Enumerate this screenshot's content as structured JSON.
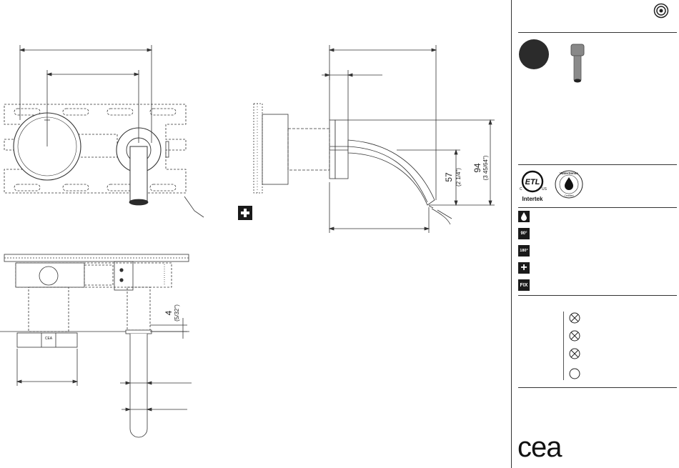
{
  "dimensions": {
    "height_mm": "94",
    "height_in": "(3 45/64\")",
    "spout_mm": "57",
    "spout_in": "(2 1/4\")",
    "wall_mm": "4",
    "wall_in": "(5/32\")"
  },
  "labels": {
    "body_marking": "CEA"
  },
  "certifications": {
    "etl_left": "C",
    "etl_right": "US",
    "etl_name": "Intertek",
    "watersense_name": "WaterSense",
    "watersense_sub": "Certified"
  },
  "features": {
    "rotation_90": "90°",
    "rotation_180": "180°",
    "fix": "FIX"
  },
  "brand": {
    "logo": "cea"
  },
  "colors": {
    "finish_swatch": "#2b2b2b",
    "line": "#333333",
    "badge": "#1a1a1a"
  }
}
